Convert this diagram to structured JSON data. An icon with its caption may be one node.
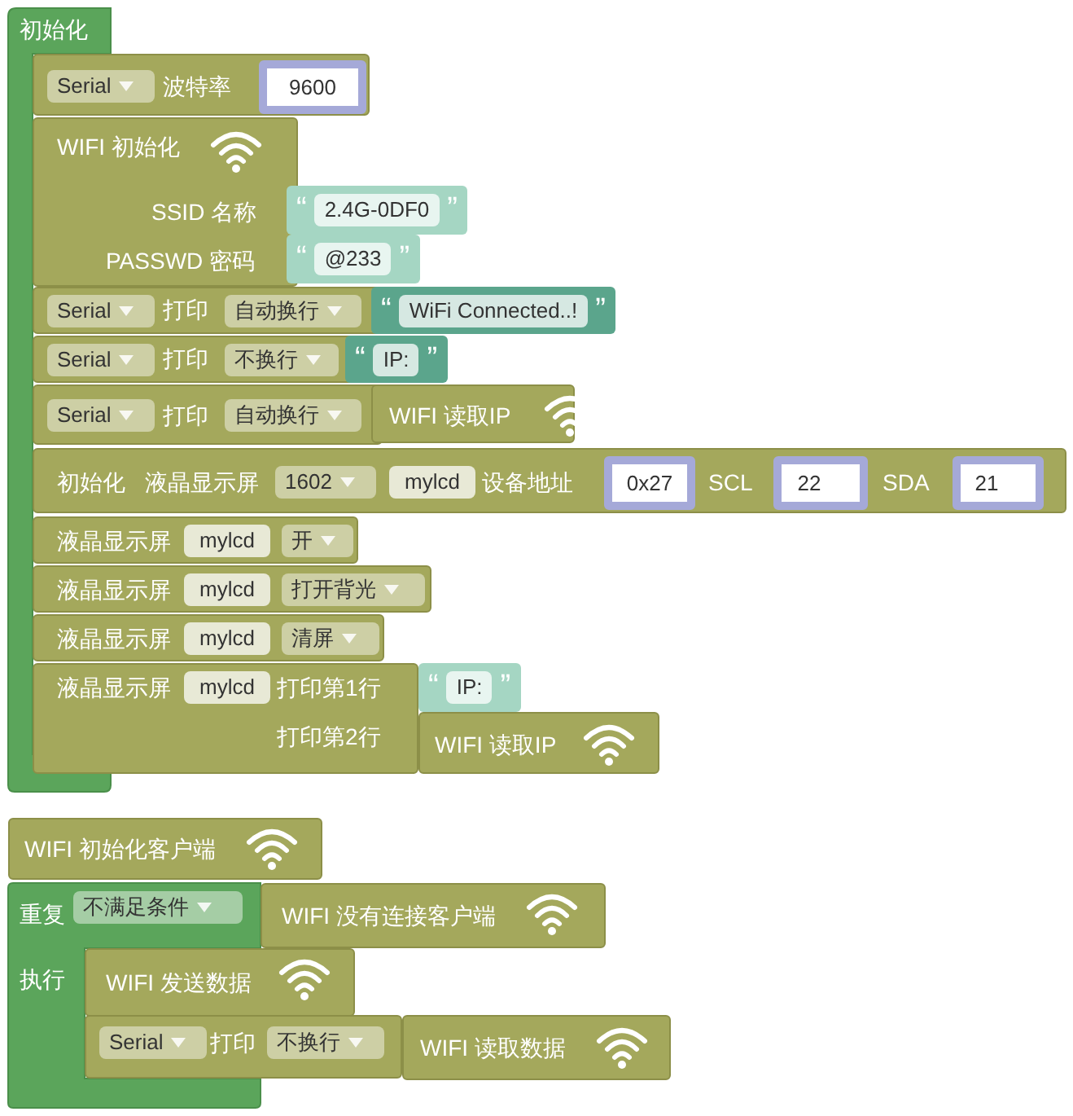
{
  "diagram": {
    "nodes": [
      {
        "text": [
          "初始化"
        ]
      },
      {
        "text": [
          "波特率"
        ]
      },
      {
        "text": [
          "Serial"
        ],
        "in": 1
      },
      {
        "text": [
          "9600"
        ],
        "in": 1
      },
      {
        "text": [
          "WIFI 初始化",
          "SSID 名称",
          "PASSWD 密码"
        ]
      },
      {
        "text": [
          "“",
          "”"
        ]
      },
      {
        "text": [
          "2.4G-0DF0"
        ],
        "in": 5
      },
      {
        "text": [
          "“",
          "”"
        ]
      },
      {
        "text": [
          "@233"
        ],
        "in": 7
      },
      {
        "text": [
          "打印"
        ]
      },
      {
        "text": [
          "Serial"
        ],
        "in": 9
      },
      {
        "text": [
          "自动换行"
        ],
        "in": 9
      },
      {
        "text": [
          "“",
          "”"
        ]
      },
      {
        "text": [
          "WiFi Connected..!"
        ],
        "in": 12
      },
      {
        "text": [
          "打印"
        ]
      },
      {
        "text": [
          "Serial"
        ],
        "in": 14
      },
      {
        "text": [
          "不换行"
        ],
        "in": 14
      },
      {
        "text": [
          "“",
          "”"
        ]
      },
      {
        "text": [
          "IP:"
        ],
        "in": 17
      },
      {
        "text": [
          "打印"
        ]
      },
      {
        "text": [
          "Serial"
        ],
        "in": 19
      },
      {
        "text": [
          "自动换行"
        ],
        "in": 19
      },
      {
        "text": [
          "WIFI 读取IP"
        ]
      },
      {
        "text": [
          "初始化",
          "液晶显示屏",
          "设备地址",
          "SCL",
          "SDA"
        ]
      },
      {
        "text": [
          "1602"
        ],
        "in": 23
      },
      {
        "text": [
          "mylcd"
        ],
        "in": 23
      },
      {
        "text": [
          "0x27"
        ],
        "in": 23
      },
      {
        "text": [
          "22"
        ],
        "in": 23
      },
      {
        "text": [
          "21"
        ],
        "in": 23
      },
      {
        "text": [
          "液晶显示屏"
        ]
      },
      {
        "text": [
          "mylcd"
        ],
        "in": 29
      },
      {
        "text": [
          "开"
        ],
        "in": 29
      },
      {
        "text": [
          "液晶显示屏"
        ]
      },
      {
        "text": [
          "mylcd"
        ],
        "in": 32
      },
      {
        "text": [
          "打开背光"
        ],
        "in": 32
      },
      {
        "text": [
          "液晶显示屏"
        ]
      },
      {
        "text": [
          "mylcd"
        ],
        "in": 35
      },
      {
        "text": [
          "清屏"
        ],
        "in": 35
      },
      {
        "text": [
          "液晶显示屏",
          "打印第1行",
          "打印第2行"
        ]
      },
      {
        "text": [
          "mylcd"
        ],
        "in": 38
      },
      {
        "text": [
          "“",
          "”"
        ]
      },
      {
        "text": [
          "IP:"
        ],
        "in": 40
      },
      {
        "text": [
          "WIFI 读取IP"
        ]
      },
      {
        "text": [
          "WIFI 初始化客户端"
        ]
      },
      {
        "text": [
          "重复",
          "执行"
        ]
      },
      {
        "text": [
          "不满足条件"
        ],
        "in": 44
      },
      {
        "text": [
          "WIFI 没有连接客户端"
        ]
      },
      {
        "text": [
          "WIFI 发送数据"
        ]
      },
      {
        "text": [
          "打印"
        ]
      },
      {
        "text": [
          "Serial"
        ],
        "in": 48
      },
      {
        "text": [
          "不换行"
        ],
        "in": 48
      },
      {
        "text": [
          "WIFI 读取数据"
        ]
      }
    ]
  }
}
